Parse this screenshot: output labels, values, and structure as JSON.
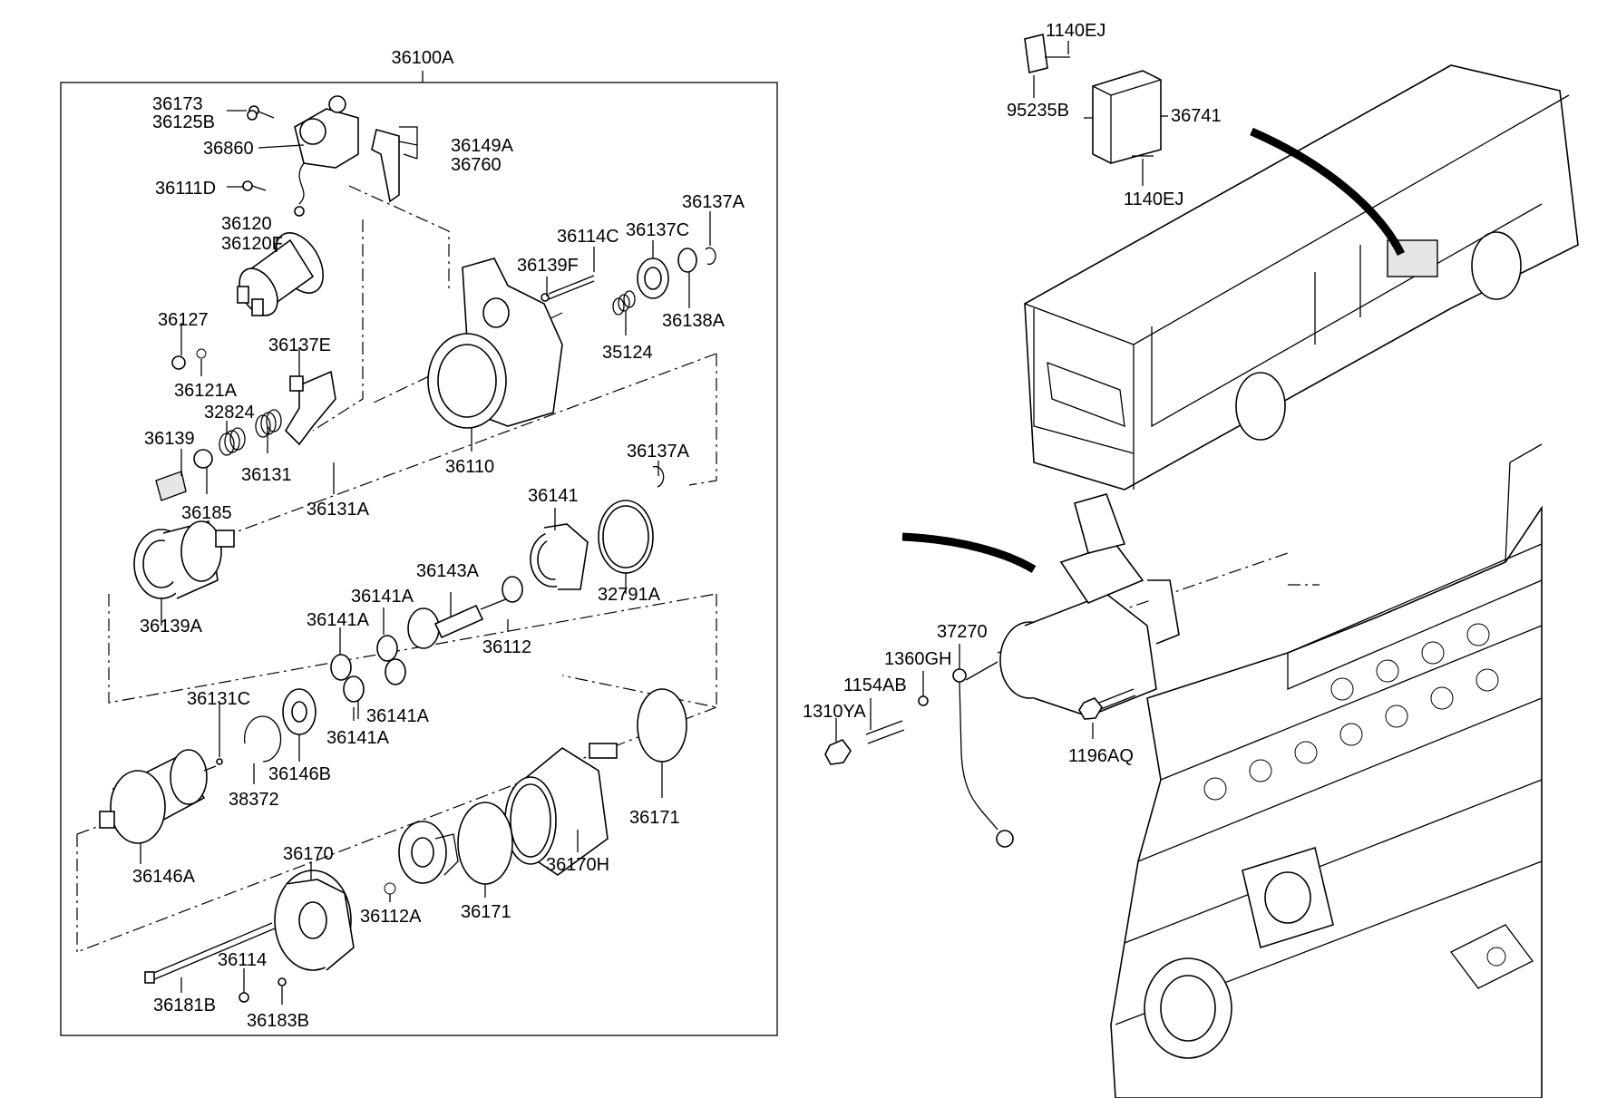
{
  "assembly": {
    "group_label": "36100A",
    "labels": [
      "36173",
      "36125B",
      "36860",
      "36111D",
      "36149A",
      "36760",
      "36120",
      "36120F",
      "36127",
      "36121A",
      "36137E",
      "32824",
      "36139",
      "36131",
      "36185",
      "36131A",
      "36110",
      "36139F",
      "36114C",
      "36137C",
      "36137A",
      "36138A",
      "35124",
      "36137A",
      "36141",
      "32791A",
      "36139A",
      "36143A",
      "36141A",
      "36141A",
      "36112",
      "36141A",
      "36141A",
      "36131C",
      "36146B",
      "38372",
      "36146A",
      "36171",
      "36170",
      "36170H",
      "36171",
      "36112A",
      "36114",
      "36181B",
      "36183B"
    ]
  },
  "relay": {
    "labels": [
      "1140EJ",
      "95235B",
      "36741",
      "1140EJ"
    ]
  },
  "engine": {
    "labels": [
      "37270",
      "1360GH",
      "1154AB",
      "1310YA",
      "1196AQ"
    ]
  }
}
